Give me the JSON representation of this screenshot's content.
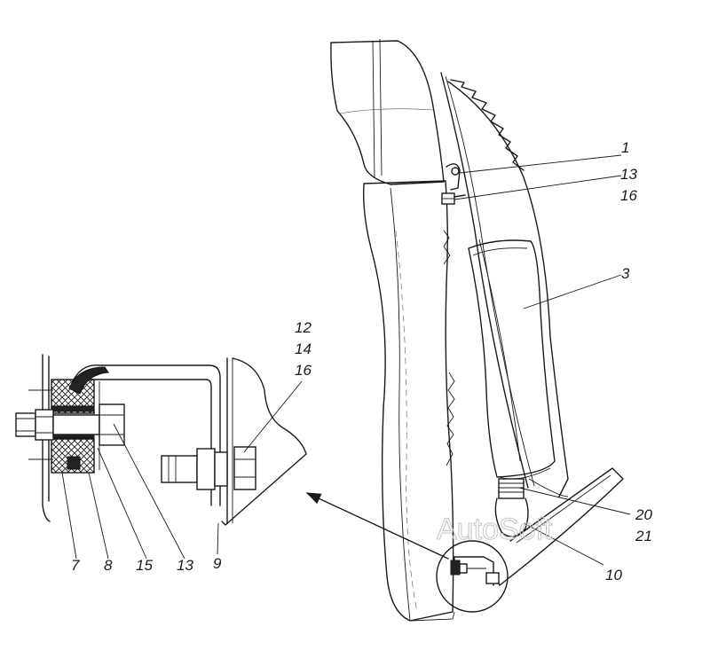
{
  "callouts": {
    "c1": "1",
    "c13a": "13",
    "c16a": "16",
    "c3": "3",
    "c12": "12",
    "c14": "14",
    "c16b": "16",
    "c20": "20",
    "c21": "21",
    "c10": "10",
    "c7": "7",
    "c8": "8",
    "c15": "15",
    "c13b": "13",
    "c9": "9"
  },
  "watermark": "AutoSoft",
  "colors": {
    "line": "#1a1a1a",
    "background": "#ffffff",
    "watermark": "#c8c8c8"
  }
}
